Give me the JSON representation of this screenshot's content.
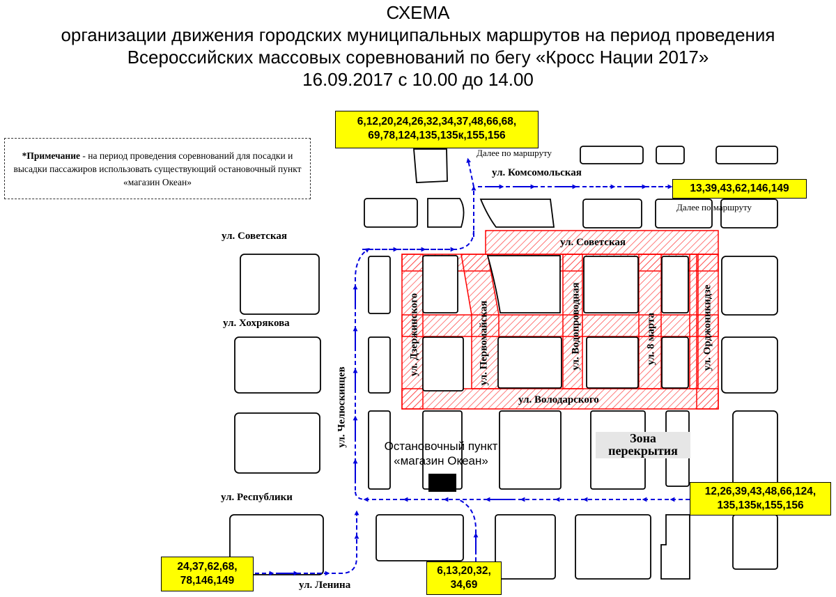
{
  "header": {
    "line1": "СХЕМА",
    "line2": "организации движения городских муниципальных маршрутов на период проведения",
    "line3": "Всероссийских массовых соревнований по бегу «Кросс Нации 2017»",
    "line4": "16.09.2017 с 10.00 до 14.00"
  },
  "note": {
    "bold": "*Примечание",
    "text": " - на период проведения соревнований  для посадки и высадки пассажиров использовать существующий остановочный пункт «магазин Океан»"
  },
  "routes": {
    "top_line1": "6,12,20,24,26,32,34,37,48,66,68,",
    "top_line2": "69,78,124,135,135к,155,156",
    "right_top": "13,39,43,62,146,149",
    "right_bottom_line1": "12,26,39,43,48,66,124,",
    "right_bottom_line2": "135,135к,155,156",
    "bottom_left_line1": "24,37,62,68,",
    "bottom_left_line2": "78,146,149",
    "bottom_mid_line1": "6,13,20,32,",
    "bottom_mid_line2": "34,69"
  },
  "labels": {
    "further_top": "Далее по маршруту",
    "further_right": "Далее по маршруту",
    "komsomolskaya": "ул. Комсомольская",
    "sovetskaya_left": "ул. Советская",
    "sovetskaya_zone": "ул. Советская",
    "khokhryakova": "ул. Хохрякова",
    "respubliki": "ул. Республики",
    "lenina": "ул. Ленина",
    "chelyuskintsev": "ул. Челюскинцев",
    "dzerzhinskogo": "ул. Дзержинского",
    "pervomayskaya": "ул. Первомайская",
    "vodoprovodnaya": "ул. Водопроводная",
    "vosmogo_marta": "ул. 8 марта",
    "ordzhonikidze": "ул. Орджоникидзе",
    "volodarskogo": "ул. Володарского",
    "stop_line1": "Остановочный пункт",
    "stop_line2": "«магазин Океан»",
    "zone_line1": "Зона",
    "zone_line2": "перекрытия"
  },
  "colors": {
    "route_arrow": "#0000dd",
    "closure_zone": "#ff0000",
    "route_box": "#ffff00"
  }
}
